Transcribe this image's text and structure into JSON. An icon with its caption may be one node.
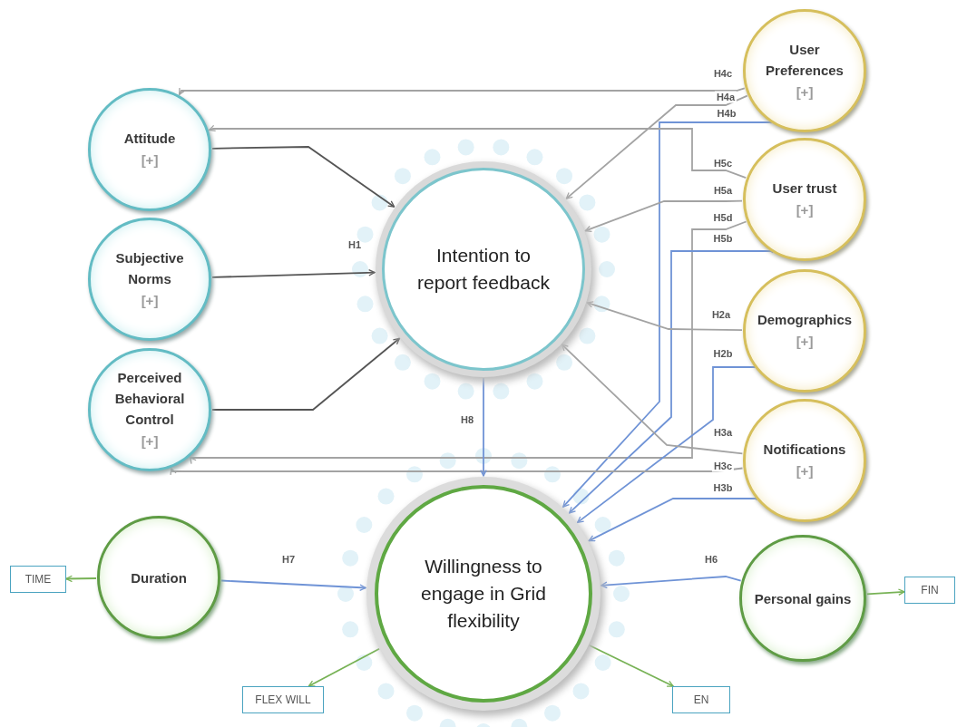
{
  "diagram": {
    "nodes": [
      {
        "text": [
          "Attitude",
          "[+]"
        ]
      },
      {
        "text": [
          "Subjective Norms",
          "[+]"
        ]
      },
      {
        "text": [
          "Perceived Behavioral Control",
          "[+]"
        ]
      },
      {
        "text": [
          "Intention to report feedback"
        ]
      },
      {
        "text": [
          "User Preferences",
          "[+]"
        ]
      },
      {
        "text": [
          "User trust",
          "[+]"
        ]
      },
      {
        "text": [
          "Demographics",
          "[+]"
        ]
      },
      {
        "text": [
          "Notifications",
          "[+]"
        ]
      },
      {
        "text": [
          "Duration"
        ]
      },
      {
        "text": [
          "Willingness to engage in Grid flexibility"
        ]
      },
      {
        "text": [
          "Personal gains"
        ]
      },
      {
        "text": [
          "TIME"
        ]
      },
      {
        "text": [
          "FIN"
        ]
      },
      {
        "text": [
          "FLEX WILL"
        ]
      },
      {
        "text": [
          "EN"
        ]
      }
    ],
    "edges": [
      {
        "from": 0,
        "to": 3,
        "arrow": "to",
        "color": "#555555"
      },
      {
        "from": 1,
        "to": 3,
        "arrow": "to",
        "color": "#555555"
      },
      {
        "from": 2,
        "to": 3,
        "arrow": "to",
        "color": "#555555"
      },
      {
        "from": 4,
        "to": 0,
        "arrow": "to",
        "label": "H4c"
      },
      {
        "from": 4,
        "to": 3,
        "arrow": "to",
        "label": "H4a"
      },
      {
        "from": 4,
        "to": 9,
        "arrow": "to",
        "label": "H4b",
        "color": "#6f93d6"
      },
      {
        "from": 5,
        "to": 0,
        "arrow": "to",
        "label": "H5c"
      },
      {
        "from": 5,
        "to": 3,
        "arrow": "to",
        "label": "H5a"
      },
      {
        "from": 5,
        "to": 2,
        "arrow": "to",
        "label": "H5d"
      },
      {
        "from": 5,
        "to": 9,
        "arrow": "to",
        "label": "H5b",
        "color": "#6f93d6"
      },
      {
        "from": 6,
        "to": 3,
        "arrow": "to",
        "label": "H2a"
      },
      {
        "from": 6,
        "to": 9,
        "arrow": "to",
        "label": "H2b",
        "color": "#6f93d6"
      },
      {
        "from": 7,
        "to": 3,
        "arrow": "to",
        "label": "H3a"
      },
      {
        "from": 7,
        "to": 2,
        "arrow": "to",
        "label": "H3c"
      },
      {
        "from": 7,
        "to": 9,
        "arrow": "to",
        "label": "H3b",
        "color": "#6f93d6"
      },
      {
        "from": 3,
        "to": 9,
        "arrow": "to",
        "label": "H8",
        "color": "#6f93d6"
      },
      {
        "from": 8,
        "to": 9,
        "arrow": "to",
        "label": "H7",
        "color": "#6f93d6"
      },
      {
        "from": 10,
        "to": 9,
        "arrow": "to",
        "label": "H6",
        "color": "#6f93d6"
      },
      {
        "from": 8,
        "to": 11,
        "arrow": "to",
        "color": "#77b255"
      },
      {
        "from": 10,
        "to": 12,
        "arrow": "to",
        "color": "#77b255"
      },
      {
        "from": 9,
        "to": 13,
        "arrow": "to",
        "color": "#77b255"
      },
      {
        "from": 9,
        "to": 14,
        "arrow": "to",
        "color": "#77b255"
      }
    ],
    "labels": [
      "H1"
    ]
  }
}
